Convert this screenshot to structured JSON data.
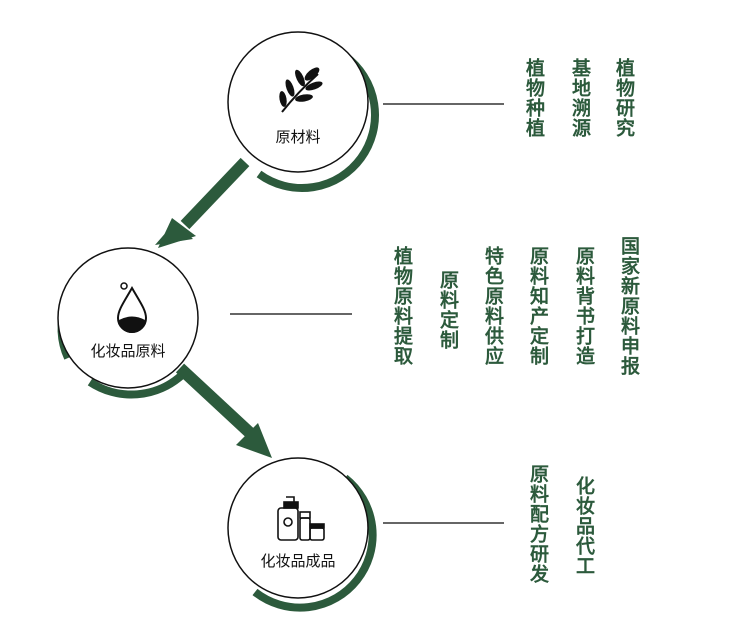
{
  "theme": {
    "accent": "#2c5a3c",
    "line": "#333333",
    "text": "#111111"
  },
  "nodes": [
    {
      "label": "原材料",
      "icon": "leaf-branch-icon"
    },
    {
      "label": "化妆品原料",
      "icon": "oil-drop-icon"
    },
    {
      "label": "化妆品成品",
      "icon": "cosmetic-bottles-icon"
    }
  ],
  "groups": [
    {
      "items": [
        "植物种植",
        "基地溯源",
        "植物研究"
      ]
    },
    {
      "items": [
        "植物原料提取",
        "原料定制",
        "特色原料供应",
        "原料知产定制",
        "原料背书打造",
        "国家新原料申报"
      ]
    },
    {
      "items": [
        "原料配方研发",
        "化妆品代工"
      ]
    }
  ]
}
